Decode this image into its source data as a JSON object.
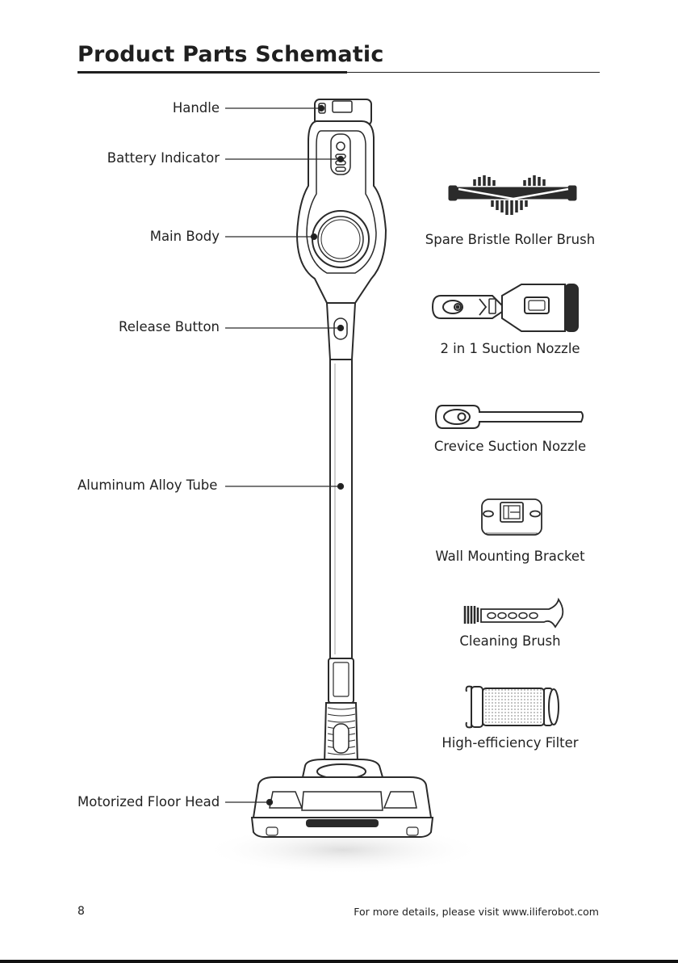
{
  "page": {
    "title": "Product Parts Schematic",
    "page_number": "8",
    "footer_note": "For more details, please visit www.iliferobot.com"
  },
  "parts": {
    "handle": "Handle",
    "battery_indicator": "Battery Indicator",
    "main_body": "Main Body",
    "release_button": "Release Button",
    "tube": "Aluminum Alloy Tube",
    "floor_head": "Motorized Floor Head"
  },
  "accessories": {
    "roller_brush": "Spare Bristle Roller Brush",
    "two_in_one": "2 in 1 Suction Nozzle",
    "crevice": "Crevice Suction Nozzle",
    "bracket": "Wall Mounting Bracket",
    "cleaning_brush": "Cleaning Brush",
    "filter": "High-efficiency Filter"
  },
  "colors": {
    "ink": "#1f1f1f",
    "line": "#2a2a2a",
    "bristle": "#2b2b2b"
  }
}
